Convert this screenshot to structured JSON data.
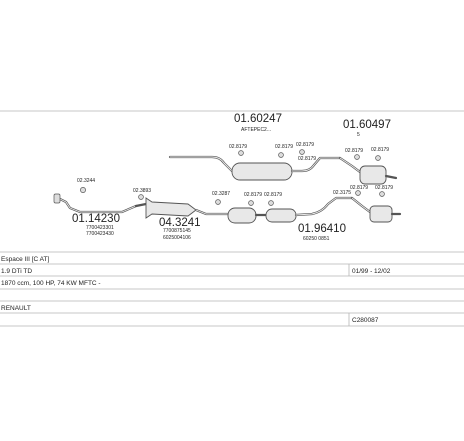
{
  "top_parts": {
    "left_number": "01.60247",
    "left_sub": "AFTEPEC2...",
    "right_number": "01.60497",
    "right_sub": "5",
    "refs": [
      "02.8179",
      "02.8179",
      "02.8179",
      "02.8179",
      "02.8179",
      "02.8179"
    ]
  },
  "bottom_parts": {
    "front_small_ref": "02.3244",
    "front_number": "01.14230",
    "front_code1": "7700423301",
    "front_code2": "7700423430",
    "mid_small_ref": "02.3893",
    "mid_number": "04.3241",
    "mid_code1": "7700875145",
    "mid_code2": "6025004106",
    "rear_number": "01.96410",
    "rear_code": "60250 0851",
    "refs": [
      "02.3287",
      "02.8179",
      "02.8179",
      "02.8179",
      "02.8179",
      "02.3175"
    ]
  },
  "info": {
    "model": "Espace III  [C AT]",
    "engine": "1.9 DTi TD",
    "period": "01/99 - 12/02",
    "specs": "1870 ccm, 100 HP, 74 KW  MFTC -",
    "maker": "RENAULT",
    "code": "C280087"
  }
}
